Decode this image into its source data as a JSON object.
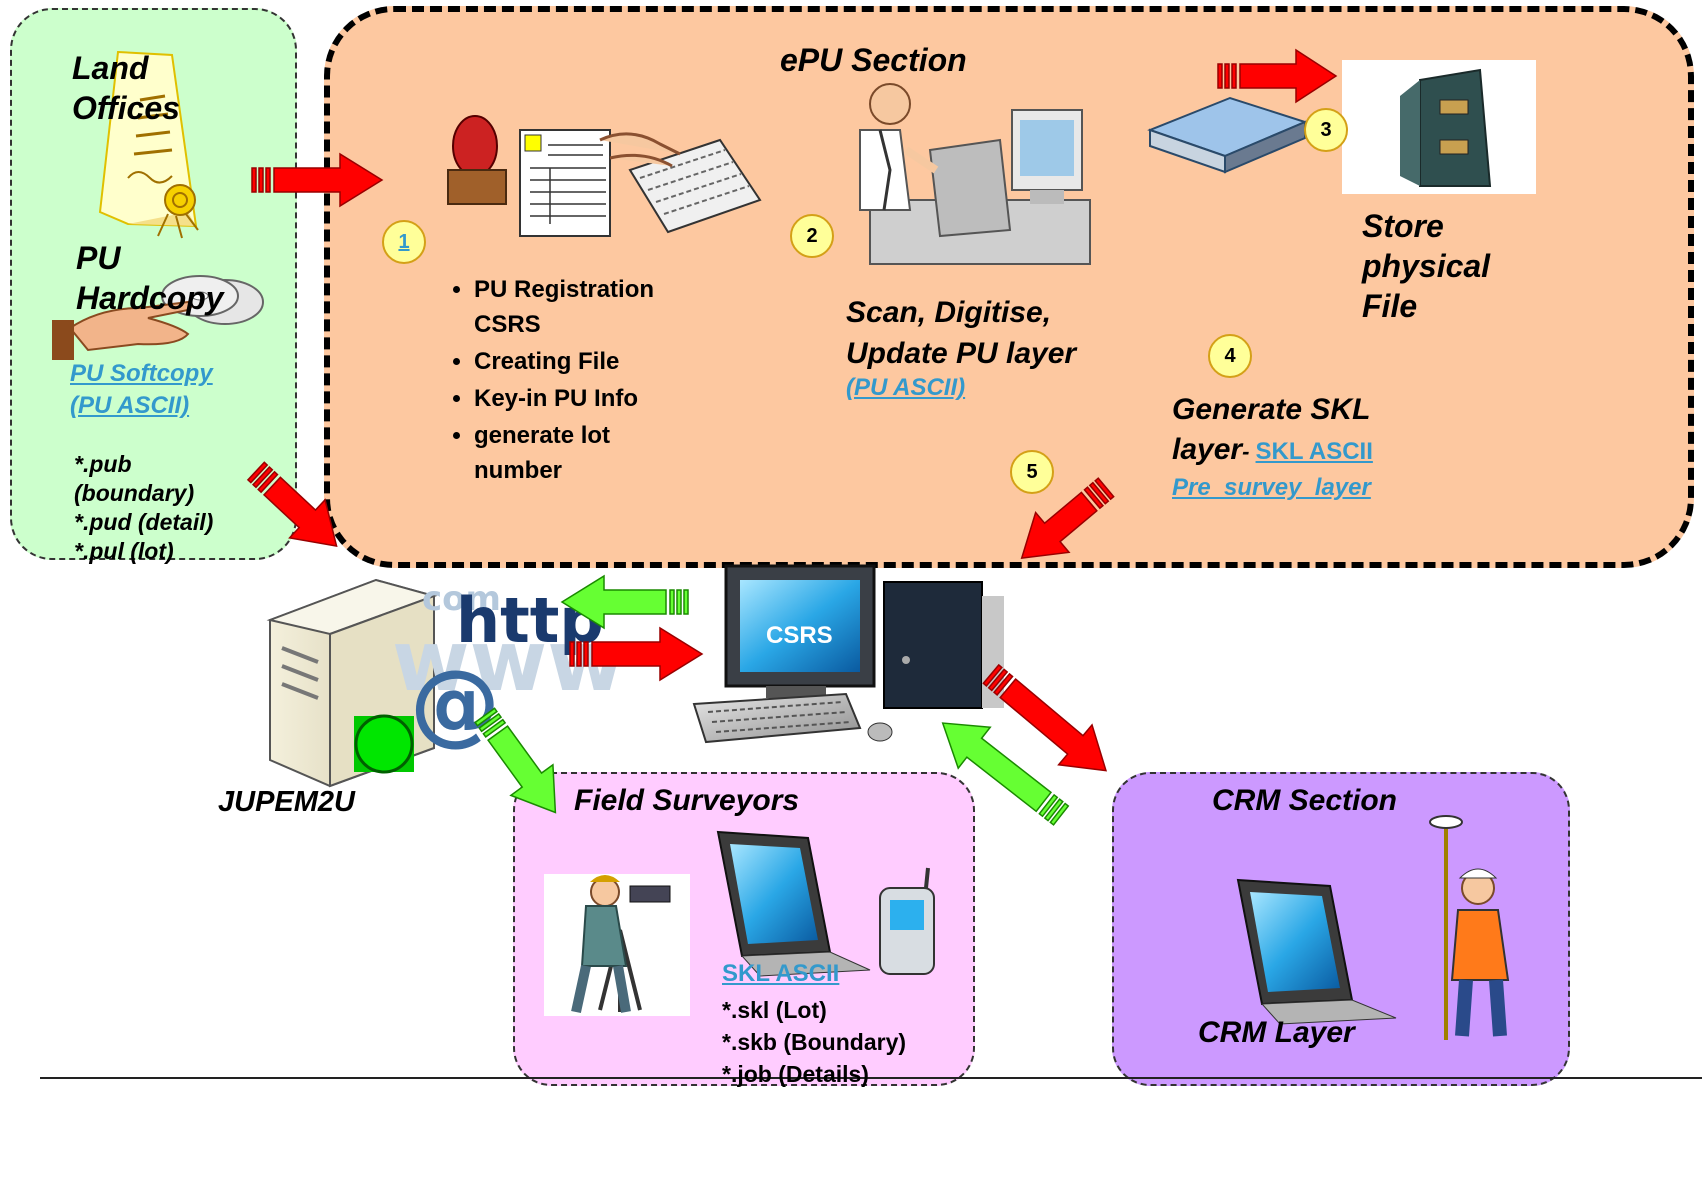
{
  "land_offices": {
    "title": "Land\nOffices",
    "hardcopy": "PU\nHardcopy",
    "softcopy_link": "PU Softcopy\n(PU ASCII)",
    "files": [
      "*.pub",
      "(boundary)",
      "*.pud (detail)",
      "*.pul (lot)"
    ]
  },
  "epu": {
    "title": "ePU Section",
    "step1_num": "1",
    "step2_num": "2",
    "step3_num": "3",
    "step4_num": "4",
    "step5_num": "5",
    "step1_items": [
      "PU Registration CSRS",
      "Creating File",
      "Key-in PU Info",
      "generate lot number"
    ],
    "step2_text": "Scan, Digitise,\nUpdate PU layer",
    "step2_link": "(PU ASCII)",
    "store_text": "Store\nphysical\nFile",
    "skl_text_a": "Generate SKL",
    "skl_text_b": "layer",
    "skl_dash": "- ",
    "skl_link": "SKL ASCII",
    "presurvey_link": "Pre_survey_layer"
  },
  "csrs_label": "CSRS",
  "jupem_label": "JUPEM2U",
  "http_text": "http",
  "www_text": "www",
  "com_text": "com",
  "at_text": "@",
  "field": {
    "title": "Field Surveyors",
    "skl_link": "SKL ASCII",
    "files": [
      "*.skl (Lot)",
      "*.skb (Boundary)",
      "*.job (Details)"
    ]
  },
  "crm": {
    "title": "CRM Section",
    "layer": "CRM Layer"
  },
  "colors": {
    "epu_bg": "#fdc8a0",
    "land_bg": "#ccffcc",
    "field_bg": "#ffccff",
    "crm_bg": "#cc99ff",
    "red_arrow": "#ff0000",
    "green_arrow": "#66ff33",
    "link": "#3399cc"
  }
}
